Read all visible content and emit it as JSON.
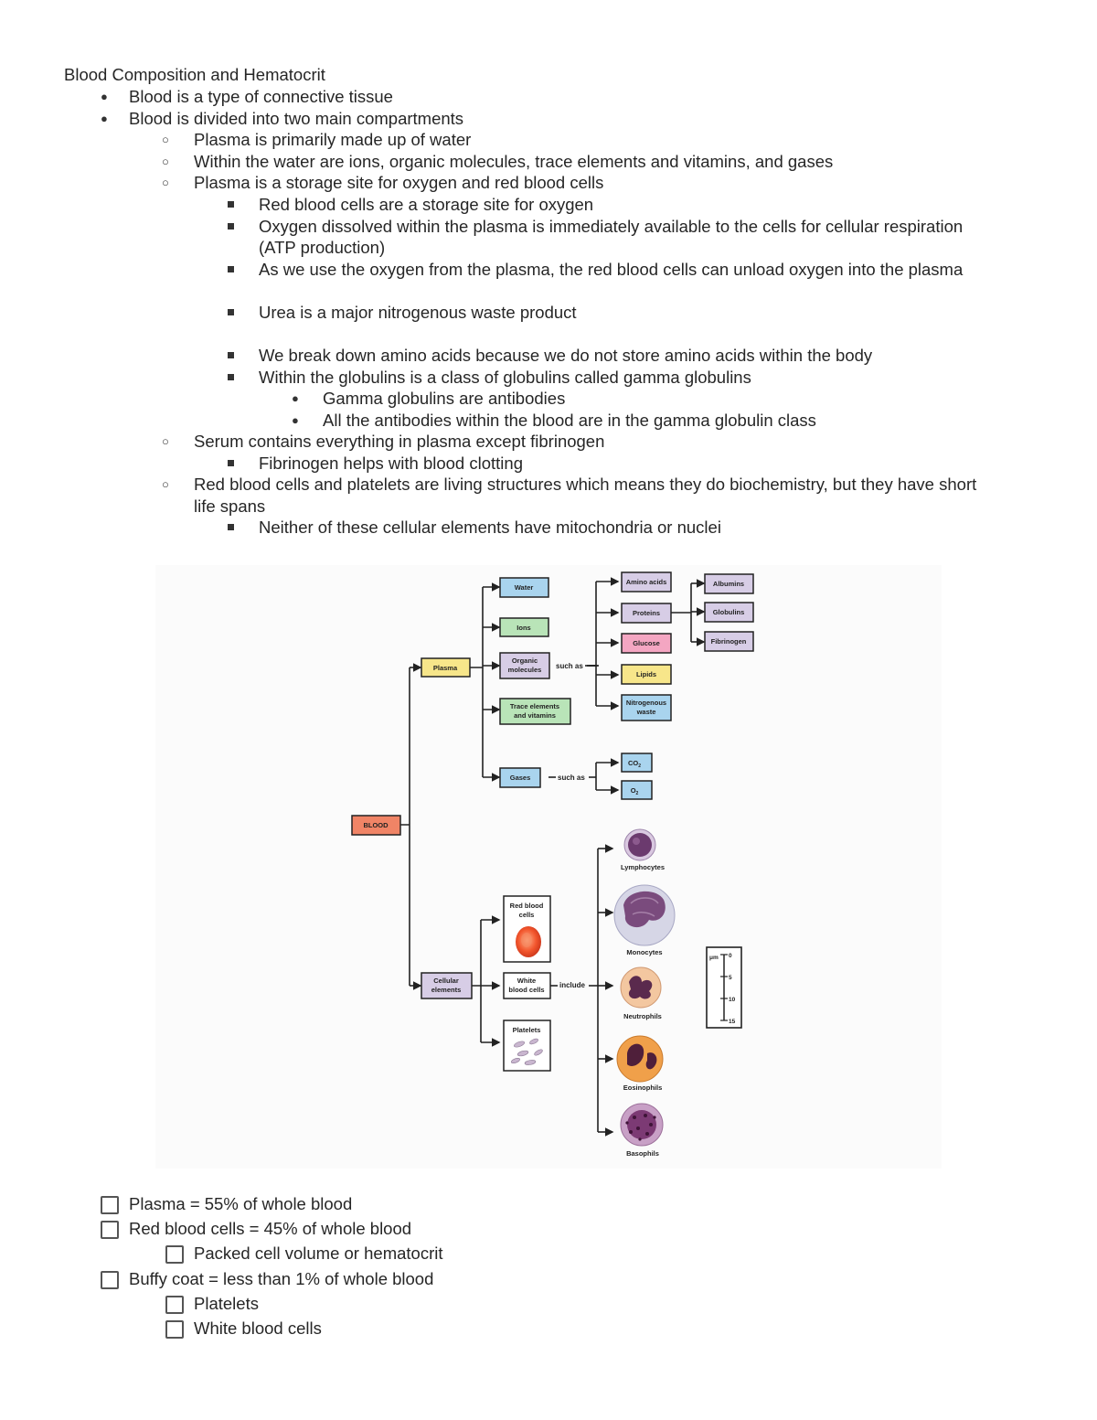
{
  "title": "Blood Composition and Hematocrit",
  "outline": [
    {
      "level": 1,
      "text": "Blood is a type of connective tissue"
    },
    {
      "level": 1,
      "text": "Blood is divided into two main compartments"
    },
    {
      "level": 2,
      "text": "Plasma is primarily made up of water"
    },
    {
      "level": 2,
      "text": "Within the water are ions, organic molecules, trace elements and vitamins, and gases"
    },
    {
      "level": 2,
      "text": "Plasma is a storage site for oxygen and red blood cells"
    },
    {
      "level": 3,
      "text": "Red blood cells are a storage site for oxygen"
    },
    {
      "level": 3,
      "text": "Oxygen dissolved within the plasma is immediately available to the cells for cellular respiration",
      "cont": "(ATP production)"
    },
    {
      "level": 3,
      "text": "As we use the oxygen from the plasma, the red blood cells can unload oxygen into the plasma"
    },
    {
      "level": 3,
      "text": "Urea is a major nitrogenous waste product"
    },
    {
      "level": 3,
      "text": "We break down amino acids because we do not store amino acids within the body"
    },
    {
      "level": 3,
      "text": "Within the globulins is a class of globulins called gamma globulins"
    },
    {
      "level": 4,
      "text": "Gamma globulins are antibodies"
    },
    {
      "level": 4,
      "text": "All the antibodies within the blood are in the gamma globulin class"
    },
    {
      "level": 2,
      "text": "Serum contains everything in plasma except fibrinogen"
    },
    {
      "level": 3,
      "text": "Fibrinogen helps with blood clotting"
    },
    {
      "level": 2,
      "text": "Red blood cells and platelets are living structures which means they do biochemistry, but they have short",
      "cont": "life spans"
    },
    {
      "level": 3,
      "text": "Neither of these cellular elements have mitochondria or nuclei"
    }
  ],
  "diagram": {
    "blood": "BLOOD",
    "plasma": "Plasma",
    "water": "Water",
    "ions": "Ions",
    "organic": [
      "Organic",
      "molecules"
    ],
    "trace": [
      "Trace elements",
      "and vitamins"
    ],
    "gases": "Gases",
    "such_as": "such as",
    "amino_acids": "Amino acids",
    "proteins": "Proteins",
    "glucose": "Glucose",
    "lipids": "Lipids",
    "nitrogenous": [
      "Nitrogenous",
      "waste"
    ],
    "albumins": "Albumins",
    "globulins": "Globulins",
    "fibrinogen": "Fibrinogen",
    "co2": "CO",
    "co2_sub": "2",
    "o2": "O",
    "o2_sub": "2",
    "cellular": [
      "Cellular",
      "elements"
    ],
    "rbc": [
      "Red blood",
      "cells"
    ],
    "wbc": [
      "White",
      "blood cells"
    ],
    "platelets": "Platelets",
    "include": "include",
    "lymphocytes": "Lymphocytes",
    "monocytes": "Monocytes",
    "neutrophils": "Neutrophils",
    "eosinophils": "Eosinophils",
    "basophils": "Basophils",
    "scale_unit": "μm",
    "scale_ticks": [
      "0",
      "5",
      "10",
      "15"
    ]
  },
  "checklist": [
    {
      "level": 1,
      "text": "Plasma = 55% of whole blood"
    },
    {
      "level": 1,
      "text": "Red blood cells = 45% of whole blood"
    },
    {
      "level": 2,
      "text": "Packed cell volume or hematocrit"
    },
    {
      "level": 1,
      "text": "Buffy coat = less than 1% of whole blood"
    },
    {
      "level": 2,
      "text": "Platelets"
    },
    {
      "level": 2,
      "text": "White blood cells"
    }
  ],
  "colors": {
    "blood": "#f08466",
    "plasma": "#f7e68a",
    "water": "#a9d4ee",
    "ions": "#b9e4b8",
    "organic": "#d7cde6",
    "trace": "#b9e4b8",
    "gases": "#a9d4ee",
    "proteins": "#d7cde6",
    "glucose": "#f4a6c2",
    "lipids": "#f7e68a",
    "nitrogenous": "#a9d4ee",
    "cellular": "#d7cde6"
  }
}
